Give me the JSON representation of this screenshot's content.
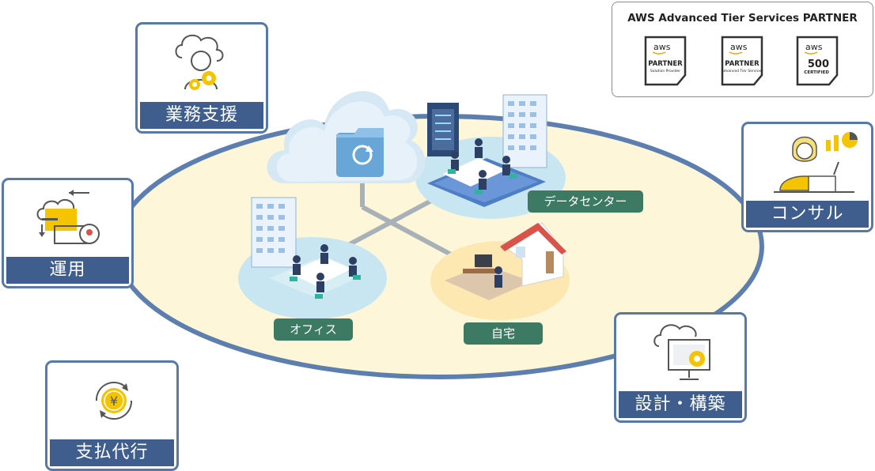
{
  "partner": {
    "title": "AWS Advanced Tier Services PARTNER",
    "badges": [
      {
        "brand": "aws",
        "line1": "PARTNER",
        "line2": "Solution Provider"
      },
      {
        "brand": "aws",
        "line1": "PARTNER",
        "line2": "Advanced Tier Services"
      },
      {
        "brand": "aws",
        "line1": "500",
        "line2": "CERTIFIED"
      }
    ]
  },
  "services": {
    "gyomu": "業務支援",
    "unyo": "運用",
    "shiharai": "支払代行",
    "consul": "コンサル",
    "sekkei": "設計・構築"
  },
  "locations": {
    "datacenter": "データセンター",
    "office": "オフィス",
    "home": "自宅"
  },
  "colors": {
    "card_border": "#5878a8",
    "card_label_bg": "#3f5e8e",
    "ellipse_fill": "#fdf6d8",
    "ellipse_stroke": "#5c7fb0",
    "location_label_bg": "#3d7a64",
    "accent_yellow": "#f5c400"
  },
  "icons": {
    "gyomu": "person-gears-icon",
    "unyo": "cloud-folder-transfer-icon",
    "shiharai": "yen-coin-icon",
    "consul": "consultant-chart-icon",
    "sekkei": "cloud-monitor-gear-icon",
    "cloud": "cloud-folder-sync-icon"
  }
}
